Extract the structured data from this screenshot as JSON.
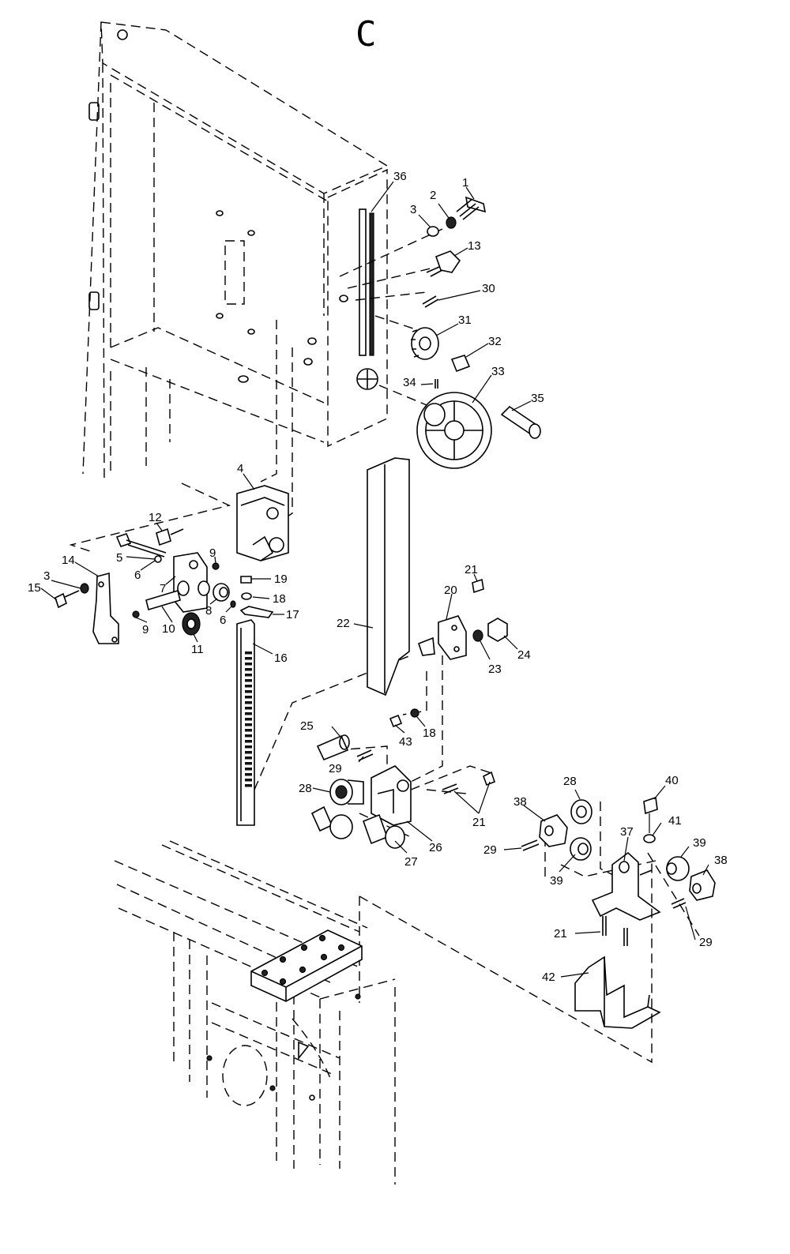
{
  "section_label": "C",
  "callouts": [
    {
      "key": "p36",
      "text": "36"
    },
    {
      "key": "p1",
      "text": "1"
    },
    {
      "key": "p2",
      "text": "2"
    },
    {
      "key": "p3a",
      "text": "3"
    },
    {
      "key": "p13",
      "text": "13"
    },
    {
      "key": "p30",
      "text": "30"
    },
    {
      "key": "p31",
      "text": "31"
    },
    {
      "key": "p32",
      "text": "32"
    },
    {
      "key": "p34",
      "text": "34"
    },
    {
      "key": "p33",
      "text": "33"
    },
    {
      "key": "p35",
      "text": "35"
    },
    {
      "key": "p4",
      "text": "4"
    },
    {
      "key": "p12",
      "text": "12"
    },
    {
      "key": "p5",
      "text": "5"
    },
    {
      "key": "p6a",
      "text": "6"
    },
    {
      "key": "p9a",
      "text": "9"
    },
    {
      "key": "p14",
      "text": "14"
    },
    {
      "key": "p3b",
      "text": "3"
    },
    {
      "key": "p15",
      "text": "15"
    },
    {
      "key": "p7",
      "text": "7"
    },
    {
      "key": "p19",
      "text": "19"
    },
    {
      "key": "p18a",
      "text": "18"
    },
    {
      "key": "p8",
      "text": "8"
    },
    {
      "key": "p6b",
      "text": "6"
    },
    {
      "key": "p17",
      "text": "17"
    },
    {
      "key": "p10",
      "text": "10"
    },
    {
      "key": "p9b",
      "text": "9"
    },
    {
      "key": "p11",
      "text": "11"
    },
    {
      "key": "p16",
      "text": "16"
    },
    {
      "key": "p21a",
      "text": "21"
    },
    {
      "key": "p20",
      "text": "20"
    },
    {
      "key": "p22",
      "text": "22"
    },
    {
      "key": "p24",
      "text": "24"
    },
    {
      "key": "p23",
      "text": "23"
    },
    {
      "key": "p25",
      "text": "25"
    },
    {
      "key": "p43",
      "text": "43"
    },
    {
      "key": "p18b",
      "text": "18"
    },
    {
      "key": "p29a",
      "text": "29"
    },
    {
      "key": "p28a",
      "text": "28"
    },
    {
      "key": "p21b",
      "text": "21"
    },
    {
      "key": "p26",
      "text": "26"
    },
    {
      "key": "p27",
      "text": "27"
    },
    {
      "key": "p28b",
      "text": "28"
    },
    {
      "key": "p40",
      "text": "40"
    },
    {
      "key": "p38a",
      "text": "38"
    },
    {
      "key": "p41",
      "text": "41"
    },
    {
      "key": "p37",
      "text": "37"
    },
    {
      "key": "p29b",
      "text": "29"
    },
    {
      "key": "p39a",
      "text": "39"
    },
    {
      "key": "p39b",
      "text": "39"
    },
    {
      "key": "p38b",
      "text": "38"
    },
    {
      "key": "p21c",
      "text": "21"
    },
    {
      "key": "p29c",
      "text": "29"
    },
    {
      "key": "p42",
      "text": "42"
    }
  ]
}
